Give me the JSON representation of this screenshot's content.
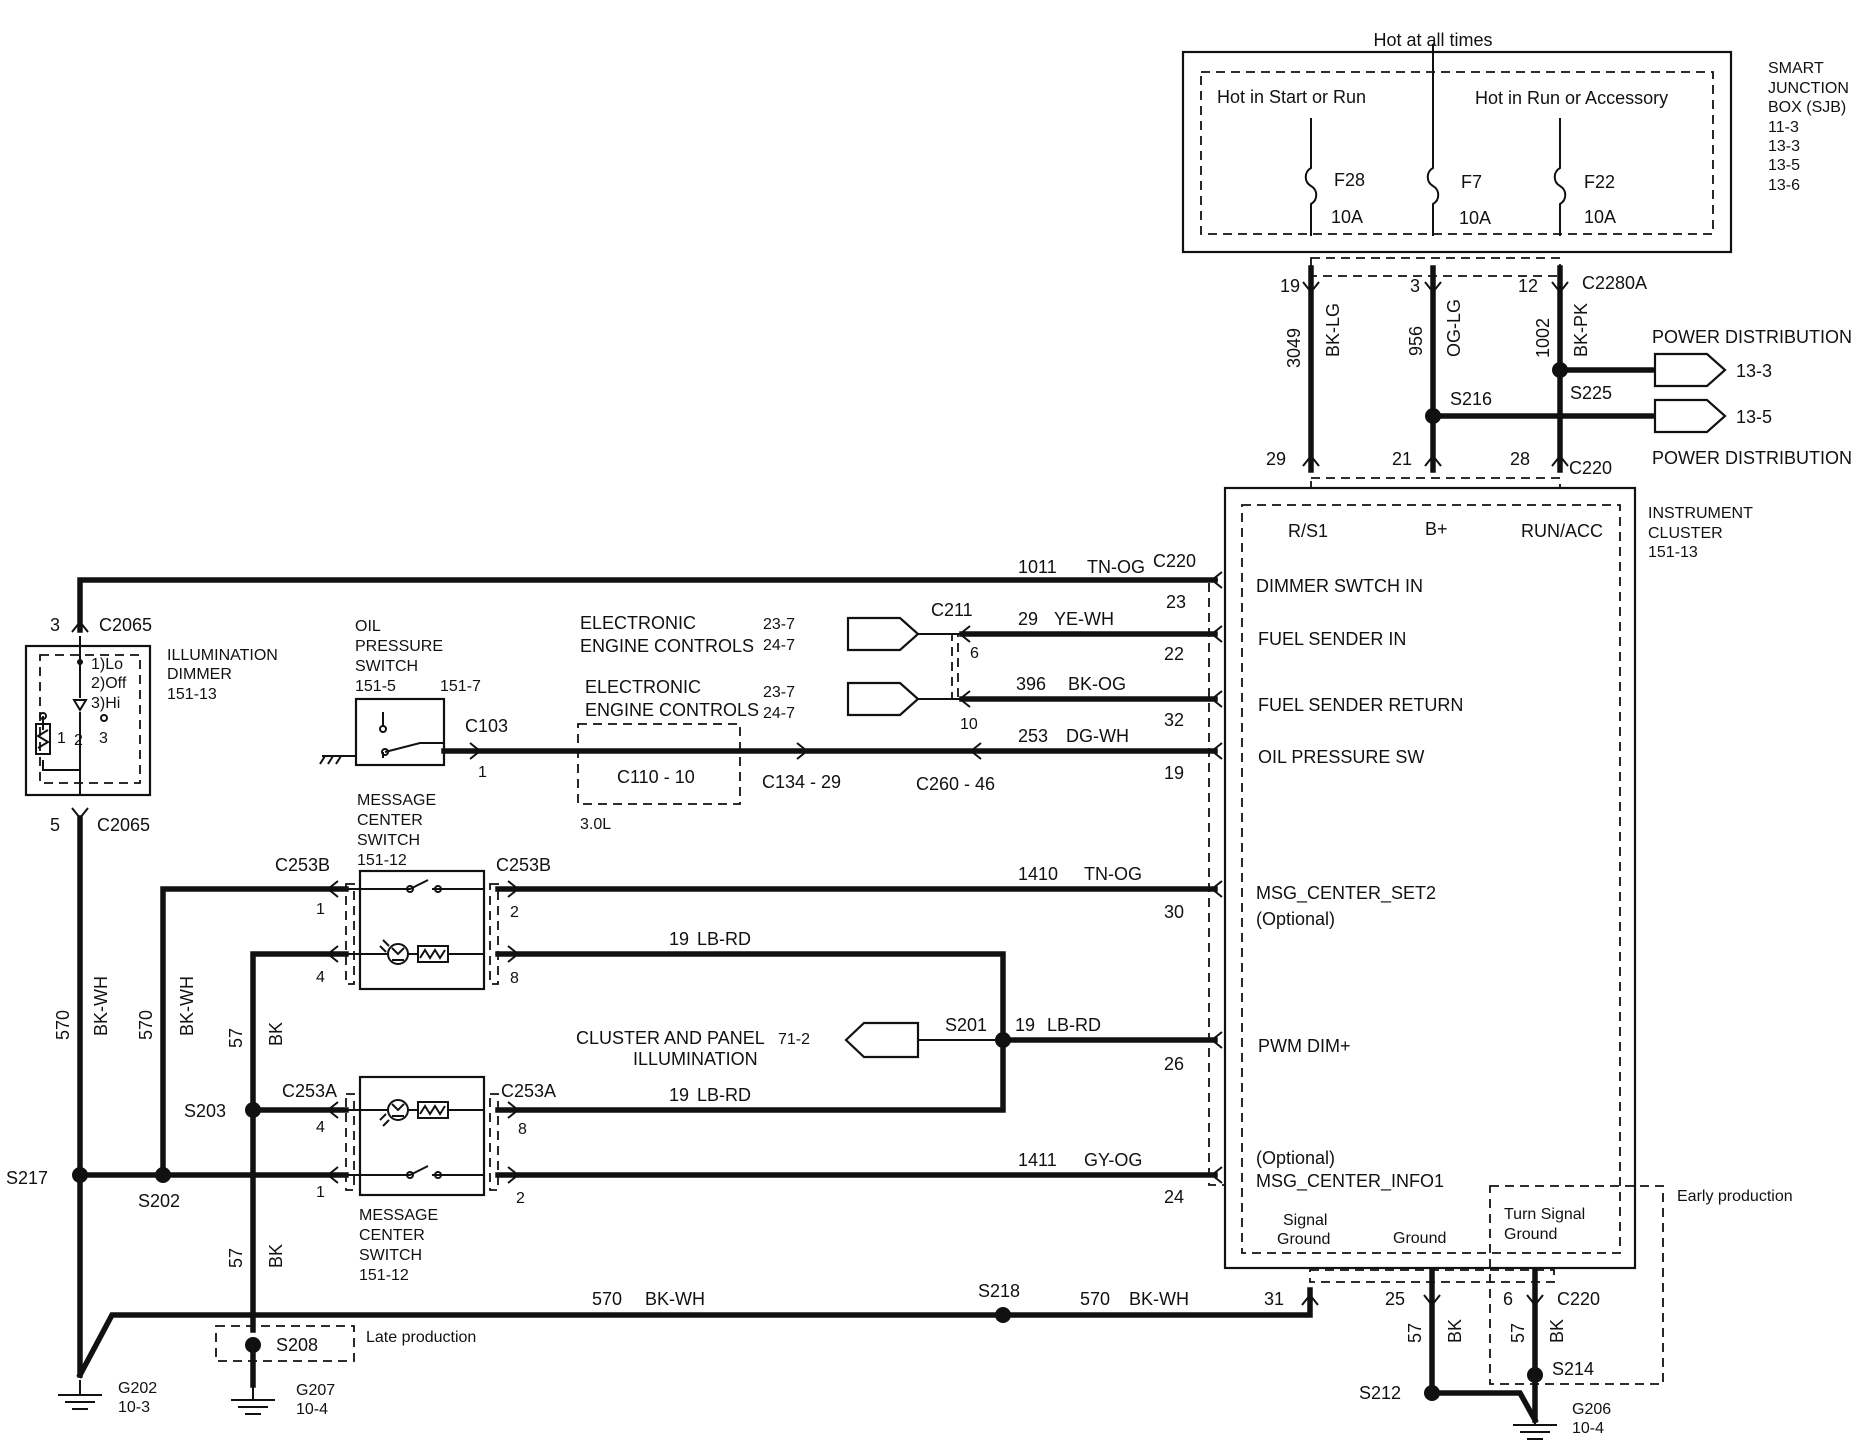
{
  "power": {
    "hot_at_all_times": "Hot at all times",
    "hot_in_start_or_run": "Hot in Start or Run",
    "hot_in_run_or_accessory": "Hot in Run or Accessory",
    "fuses": [
      {
        "name": "F28",
        "rating": "10A"
      },
      {
        "name": "F7",
        "rating": "10A"
      },
      {
        "name": "F22",
        "rating": "10A"
      }
    ],
    "sjb_label": [
      "SMART",
      "JUNCTION",
      "BOX (SJB)",
      "11-3",
      "13-3",
      "13-5",
      "13-6"
    ],
    "c2280a": "C2280A",
    "pins_top": [
      "19",
      "3",
      "12"
    ],
    "wires": [
      {
        "circuit": "3049",
        "color": "BK-LG"
      },
      {
        "circuit": "956",
        "color": "OG-LG"
      },
      {
        "circuit": "1002",
        "color": "BK-PK"
      }
    ],
    "s216": "S216",
    "s225": "S225",
    "power_distribution_1": "POWER DISTRIBUTION",
    "pd_ref_1": "13-3",
    "pd_ref_2": "13-5",
    "power_distribution_2": "POWER DISTRIBUTION",
    "pins_bottom": [
      "29",
      "21",
      "28"
    ],
    "c220": "C220"
  },
  "cluster": {
    "label": [
      "INSTRUMENT",
      "CLUSTER",
      "151-13"
    ],
    "rs1": "R/S1",
    "bplus": "B+",
    "run_acc": "RUN/ACC",
    "pins": {
      "dimmer": "DIMMER SWTCH IN",
      "fuel_in": "FUEL SENDER IN",
      "fuel_return": "FUEL SENDER RETURN",
      "oil": "OIL PRESSURE SW",
      "msg_set2": "MSG_CENTER_SET2",
      "optional": "(Optional)",
      "pwm": "PWM DIM+",
      "msg_info1": "MSG_CENTER_INFO1",
      "signal_ground_1": "Signal",
      "signal_ground_2": "Ground",
      "ground": "Ground",
      "turn_ground_1": "Turn Signal",
      "turn_ground_2": "Ground"
    },
    "early_production": "Early production"
  },
  "wires_left": {
    "w1011": {
      "circuit": "1011",
      "color": "TN-OG",
      "connector": "C220",
      "pin": "23"
    },
    "w29": {
      "circuit": "29",
      "color": "YE-WH",
      "pin": "22"
    },
    "w396": {
      "circuit": "396",
      "color": "BK-OG",
      "pin": "32"
    },
    "w253": {
      "circuit": "253",
      "color": "DG-WH",
      "pin": "19"
    },
    "w1410": {
      "circuit": "1410",
      "color": "TN-OG",
      "pin": "30"
    },
    "w19a": {
      "circuit": "19",
      "color": "LB-RD"
    },
    "w19b": {
      "circuit": "19",
      "color": "LB-RD",
      "pin": "26"
    },
    "w19c": {
      "circuit": "19",
      "color": "LB-RD"
    },
    "w1411": {
      "circuit": "1411",
      "color": "GY-OG",
      "pin": "24"
    },
    "w570": {
      "circuit": "570",
      "color": "BK-WH"
    },
    "w570b": {
      "circuit": "570",
      "color": "BK-WH",
      "pin": "31"
    }
  },
  "engine": {
    "label1": [
      "ELECTRONIC",
      "ENGINE CONTROLS"
    ],
    "refs1": [
      "23-7",
      "24-7"
    ],
    "label2": [
      "ELECTRONIC",
      "ENGINE CONTROLS"
    ],
    "refs2": [
      "23-7",
      "24-7"
    ],
    "c211": "C211",
    "pin6": "6",
    "pin10": "10"
  },
  "oil": {
    "label": [
      "OIL",
      "PRESSURE",
      "SWITCH"
    ],
    "refs": [
      "151-5",
      "151-7"
    ],
    "c103": "C103",
    "pin1": "1",
    "c110": "C110  -  10",
    "c134": "C134  -  29",
    "c260": "C260  -  46",
    "engine": "3.0L"
  },
  "dimmer": {
    "label": [
      "ILLUMINATION",
      "DIMMER",
      "151-13"
    ],
    "positions": [
      "1)Lo",
      "2)Off",
      "3)Hi"
    ],
    "pin_top": "3",
    "pin_bottom": "5",
    "connector": "C2065",
    "contacts": [
      "1",
      "2",
      "3"
    ]
  },
  "switches": {
    "label": [
      "MESSAGE",
      "CENTER",
      "SWITCH",
      "151-12"
    ],
    "c253b": "C253B",
    "c253a": "C253A",
    "pins": [
      "1",
      "4",
      "2",
      "8"
    ]
  },
  "illumination": {
    "label": [
      "CLUSTER AND PANEL",
      "ILLUMINATION"
    ],
    "ref": "71-2",
    "s201": "S201"
  },
  "grounds": {
    "w570_left": {
      "circuit": "570",
      "color": "BK-WH"
    },
    "w570_mid": {
      "circuit": "570",
      "color": "BK-WH"
    },
    "w57": {
      "circuit": "57",
      "color": "BK"
    },
    "w57b": {
      "circuit": "57",
      "color": "BK"
    },
    "s217": "S217",
    "s202": "S202",
    "s203": "S203",
    "s208": "S208",
    "s218": "S218",
    "late_production": "Late production",
    "g202": [
      "G202",
      "10-3"
    ],
    "g207": [
      "G207",
      "10-4"
    ],
    "right_wires": [
      {
        "circuit": "57",
        "color": "BK",
        "pin": "25"
      },
      {
        "circuit": "57",
        "color": "BK",
        "pin": "6"
      }
    ],
    "c220": "C220",
    "s212": "S212",
    "s214": "S214",
    "g206": [
      "G206",
      "10-4"
    ]
  }
}
